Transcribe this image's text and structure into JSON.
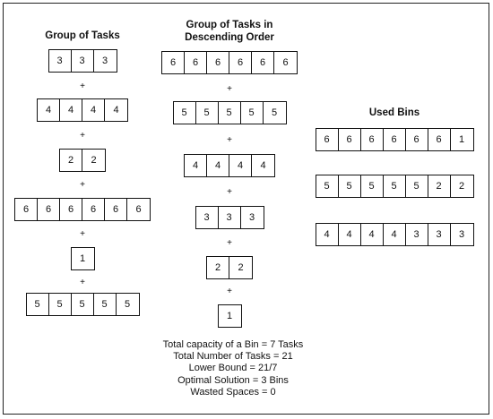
{
  "groups": [
    {
      "title": "Group of Tasks",
      "rows": [
        [
          "3",
          "3",
          "3"
        ],
        [
          "4",
          "4",
          "4",
          "4"
        ],
        [
          "2",
          "2"
        ],
        [
          "6",
          "6",
          "6",
          "6",
          "6",
          "6"
        ],
        [
          "1"
        ],
        [
          "5",
          "5",
          "5",
          "5",
          "5"
        ]
      ]
    },
    {
      "title": "Group of Tasks in\nDescending Order",
      "rows": [
        [
          "6",
          "6",
          "6",
          "6",
          "6",
          "6"
        ],
        [
          "5",
          "5",
          "5",
          "5",
          "5"
        ],
        [
          "4",
          "4",
          "4",
          "4"
        ],
        [
          "3",
          "3",
          "3"
        ],
        [
          "2",
          "2"
        ],
        [
          "1"
        ]
      ]
    },
    {
      "title": "Used Bins",
      "rows": [
        [
          "6",
          "6",
          "6",
          "6",
          "6",
          "6",
          "1"
        ],
        [
          "5",
          "5",
          "5",
          "5",
          "5",
          "2",
          "2"
        ],
        [
          "4",
          "4",
          "4",
          "4",
          "3",
          "3",
          "3"
        ]
      ]
    }
  ],
  "plus_sign": "+",
  "summary": [
    "Total capacity of a Bin = 7 Tasks",
    "Total Number of Tasks = 21",
    "Lower Bound = 21/7",
    "Optimal Solution = 3 Bins",
    "Wasted Spaces = 0"
  ]
}
